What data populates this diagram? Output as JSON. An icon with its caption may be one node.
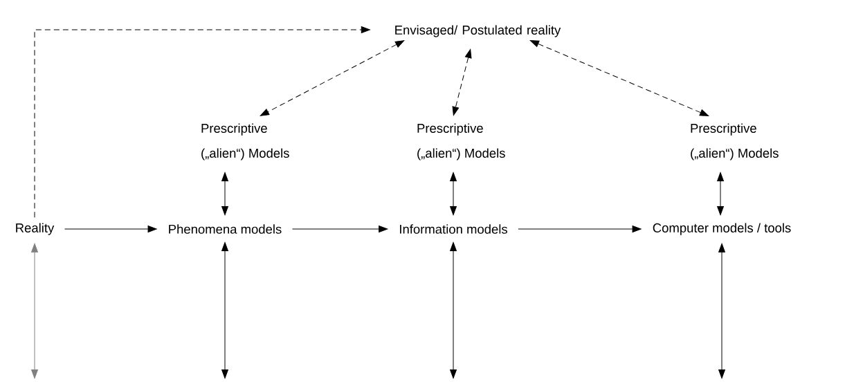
{
  "diagram": {
    "nodes": [
      {
        "text": [
          "Envisaged/ Postulated reality"
        ]
      },
      {
        "text": [
          "Prescriptive („alien“) Models"
        ]
      },
      {
        "text": [
          "Prescriptive („alien“) Models"
        ]
      },
      {
        "text": [
          "Prescriptive („alien“) Models"
        ]
      },
      {
        "text": [
          "Reality"
        ]
      },
      {
        "text": [
          "Phenomena models"
        ]
      },
      {
        "text": [
          "Information models"
        ]
      },
      {
        "text": [
          "Computer models / tools"
        ]
      }
    ],
    "edges": [
      {
        "from": 4,
        "to": 0,
        "arrow": "to",
        "style": "dashed"
      },
      {
        "from": 0,
        "to": 1,
        "arrow": "both",
        "style": "dashed"
      },
      {
        "from": 0,
        "to": 2,
        "arrow": "both",
        "style": "dashed"
      },
      {
        "from": 0,
        "to": 3,
        "arrow": "both",
        "style": "dashed"
      },
      {
        "from": 1,
        "to": 5,
        "arrow": "both"
      },
      {
        "from": 2,
        "to": 6,
        "arrow": "both"
      },
      {
        "from": 3,
        "to": 7,
        "arrow": "both"
      },
      {
        "from": 4,
        "to": 5,
        "arrow": "to"
      },
      {
        "from": 5,
        "to": 6,
        "arrow": "to"
      },
      {
        "from": 6,
        "to": 7,
        "arrow": "to"
      },
      {
        "from": 4,
        "to": null,
        "arrow": "both",
        "color": "#808080"
      },
      {
        "from": 5,
        "to": null,
        "arrow": "both"
      },
      {
        "from": 6,
        "to": null,
        "arrow": "both"
      },
      {
        "from": 7,
        "to": null,
        "arrow": "both"
      }
    ]
  }
}
